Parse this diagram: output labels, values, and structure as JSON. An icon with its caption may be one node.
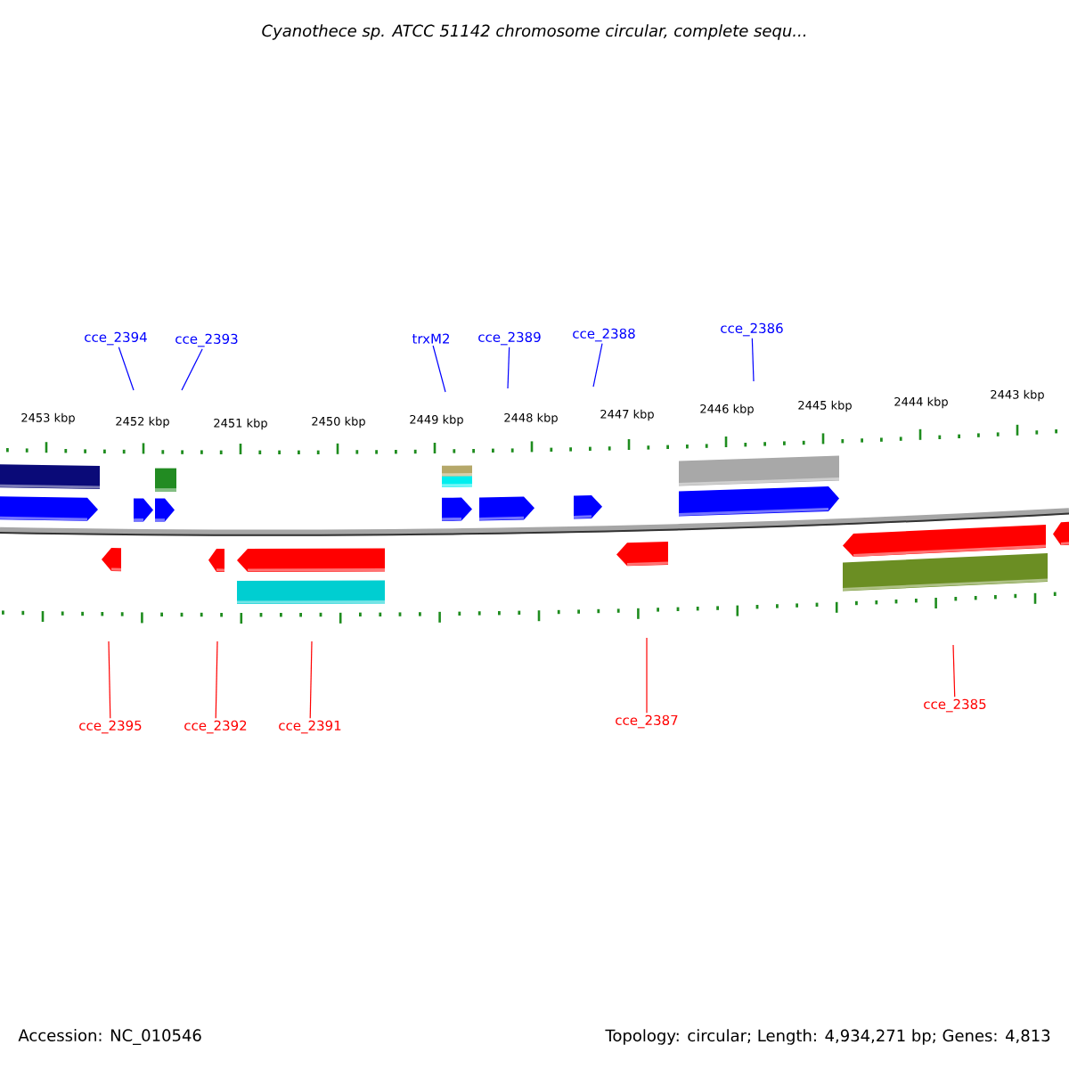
{
  "diagram": {
    "title": "Cyanothece sp. ATCC 51142 chromosome circular, complete sequ...",
    "nodes": [
      {
        "text": [
          "cce_2394"
        ]
      },
      {
        "text": [
          "cce_2393"
        ]
      },
      {
        "text": [
          "trxM2"
        ]
      },
      {
        "text": [
          "cce_2389"
        ]
      },
      {
        "text": [
          "cce_2388"
        ]
      },
      {
        "text": [
          "cce_2386"
        ]
      },
      {
        "text": [
          "cce_2395"
        ]
      },
      {
        "text": [
          "cce_2392"
        ]
      },
      {
        "text": [
          "cce_2391"
        ]
      },
      {
        "text": [
          "cce_2387"
        ]
      },
      {
        "text": [
          "cce_2385"
        ]
      }
    ],
    "edges": [
      {
        "from": 0,
        "to": null,
        "arrow": "none"
      },
      {
        "from": 1,
        "to": null,
        "arrow": "none"
      },
      {
        "from": 2,
        "to": null,
        "arrow": "none"
      },
      {
        "from": 3,
        "to": null,
        "arrow": "none"
      },
      {
        "from": 4,
        "to": null,
        "arrow": "none"
      },
      {
        "from": 5,
        "to": null,
        "arrow": "none"
      },
      {
        "from": 6,
        "to": null,
        "arrow": "none",
        "color": "#ff0000"
      },
      {
        "from": 7,
        "to": null,
        "arrow": "none",
        "color": "#ff0000"
      },
      {
        "from": 8,
        "to": null,
        "arrow": "none",
        "color": "#ff0000"
      },
      {
        "from": 9,
        "to": null,
        "arrow": "none",
        "color": "#ff0000"
      },
      {
        "from": 10,
        "to": null,
        "arrow": "none",
        "color": "#ff0000"
      }
    ],
    "labels": [
      "2453 kbp",
      "2452 kbp",
      "2451 kbp",
      "2450 kbp",
      "2449 kbp",
      "2448 kbp",
      "2447 kbp",
      "2446 kbp",
      "2445 kbp",
      "2444 kbp",
      "2443 kbp",
      "Accession: NC_010546",
      "Topology: circular; Length: 4,934,271 bp; Genes: 4,813"
    ]
  }
}
